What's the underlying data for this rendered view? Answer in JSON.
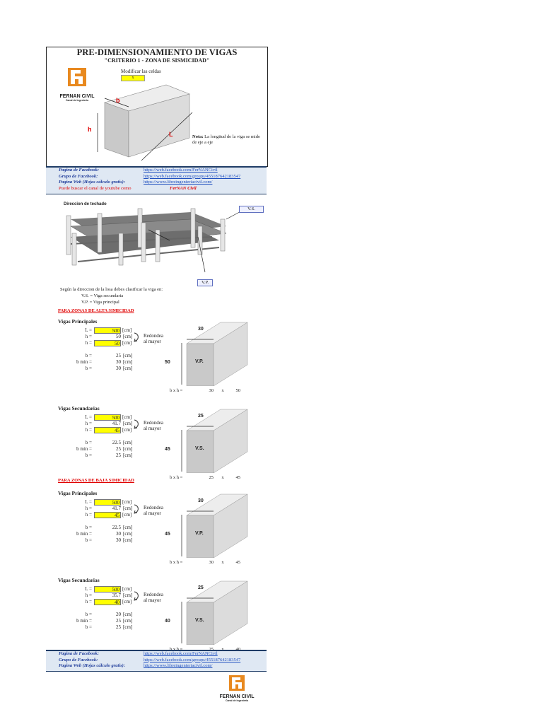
{
  "header": {
    "title": "PRE-DIMENSIONAMIENTO DE VIGAS",
    "subtitle": "\"CRITERIO 1 - ZONA DE SISMICIDAD\"",
    "modify_note": "Modificar las celdas",
    "modify_marker": "x",
    "logo_name": "FERNAN CIVIL",
    "logo_tag": "Canal de Ingenieria",
    "dim_b": "b",
    "dim_h": "h",
    "dim_L": "L",
    "note_bold": "Nota:",
    "note_text": "La longitud de la viga se mide de eje a eje"
  },
  "links_top": {
    "rows": [
      {
        "key": "Pagina de Facebook:",
        "value": "https://web.facebook.com/FerNANCivil"
      },
      {
        "key": "Grupo de Facebook:",
        "value": "https://web.facebook.com/groups/455187642183547"
      },
      {
        "key": "Pagina Web (Hojas cálculo gratis):",
        "value": "https://www.libreingenieriacivil.com/"
      }
    ],
    "youtube_text": "Puede buscar el canal de youtube como",
    "youtube_name": "FerNAN Civil"
  },
  "slab": {
    "direction_label": "Direccion de techado",
    "vs_tag": "V.S.",
    "vp_tag": "V.P.",
    "explain_1": "Según la direccion de la losa debes clasificar la viga en:",
    "explain_2": "V.S. = Viga secundaria",
    "explain_3": "V.P. = Viga principal"
  },
  "sections": [
    {
      "zone": "PARA ZONAS DE ALTA SIMICIDAD",
      "groups": [
        {
          "title": "Vigas Principales",
          "L": "500",
          "h1": "50",
          "h2": "50",
          "b": "25",
          "bmin": "30",
          "b2": "30",
          "tag": "V.P.",
          "top": "30",
          "side": "50",
          "bxh_b": "30",
          "bxh_h": "50"
        },
        {
          "title": "Vigas Secundarias",
          "L": "500",
          "h1": "41.7",
          "h2": "45",
          "b": "22.5",
          "bmin": "25",
          "b2": "25",
          "tag": "V.S.",
          "top": "25",
          "side": "45",
          "bxh_b": "25",
          "bxh_h": "45"
        }
      ]
    },
    {
      "zone": "PARA ZONAS DE BAJA SIMICIDAD",
      "groups": [
        {
          "title": "Vigas Principales",
          "L": "500",
          "h1": "41.7",
          "h2": "45",
          "b": "22.5",
          "bmin": "30",
          "b2": "30",
          "tag": "V.P.",
          "top": "30",
          "side": "45",
          "bxh_b": "30",
          "bxh_h": "45"
        },
        {
          "title": "Vigas Secundarias",
          "L": "500",
          "h1": "35.7",
          "h2": "40",
          "b": "20",
          "bmin": "25",
          "b2": "25",
          "tag": "V.S.",
          "top": "25",
          "side": "40",
          "bxh_b": "25",
          "bxh_h": "40"
        }
      ]
    }
  ],
  "labels": {
    "L": "L =",
    "h": "h =",
    "b": "b =",
    "bmin": "b min =",
    "unit": "[cm]",
    "redondea": "Redondea",
    "al_mayor": "al mayor",
    "bxh": "b x h =",
    "x": "x"
  },
  "links_bottom": {
    "rows": [
      {
        "key": "Pagina de Facebook:",
        "value": "https://web.facebook.com/FerNANCivil"
      },
      {
        "key": "Grupo de Facebook:",
        "value": "https://web.facebook.com/groups/455187642183547"
      },
      {
        "key": "Pagina Web (Hojas cálculo gratis):",
        "value": "https://www.libreingenieriacivil.com/"
      }
    ]
  }
}
